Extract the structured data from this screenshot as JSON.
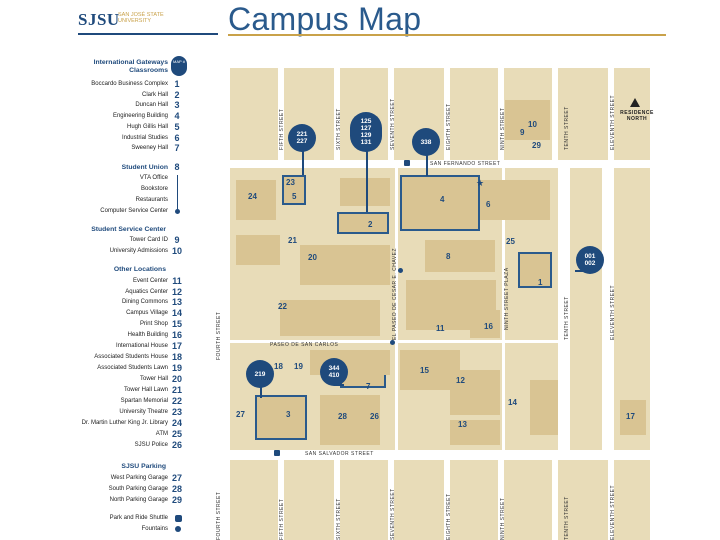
{
  "header": {
    "logo": "SJSU",
    "logo_sub": "SAN JOSÉ STATE UNIVERSITY",
    "title": "Campus Map"
  },
  "legend": {
    "map_key_label": "MAP #",
    "sections": [
      {
        "title": "International Gateways Classrooms",
        "items": [
          {
            "label": "Boccardo Business Complex",
            "num": "1"
          },
          {
            "label": "Clark Hall",
            "num": "2"
          },
          {
            "label": "Duncan Hall",
            "num": "3"
          },
          {
            "label": "Engineering Building",
            "num": "4"
          },
          {
            "label": "Hugh Gillis Hall",
            "num": "5"
          },
          {
            "label": "Industrial Studies",
            "num": "6"
          },
          {
            "label": "Sweeney Hall",
            "num": "7"
          }
        ]
      },
      {
        "title": "Student Union",
        "items": [
          {
            "label": "",
            "num": "8"
          },
          {
            "label": "VTA Office",
            "num": ""
          },
          {
            "label": "Bookstore",
            "num": ""
          },
          {
            "label": "Restaurants",
            "num": ""
          },
          {
            "label": "Computer Service Center",
            "num": ""
          }
        ]
      },
      {
        "title": "Student Service Center",
        "items": [
          {
            "label": "Tower Card ID",
            "num": "9"
          },
          {
            "label": "University Admissions",
            "num": "10"
          }
        ]
      },
      {
        "title": "Other Locations",
        "items": [
          {
            "label": "Event Center",
            "num": "11"
          },
          {
            "label": "Aquatics Center",
            "num": "12"
          },
          {
            "label": "Dining Commons",
            "num": "13"
          },
          {
            "label": "Campus Village",
            "num": "14"
          },
          {
            "label": "Print Shop",
            "num": "15"
          },
          {
            "label": "Health Building",
            "num": "16"
          },
          {
            "label": "International House",
            "num": "17"
          },
          {
            "label": "Associated Students House",
            "num": "18"
          },
          {
            "label": "Associated Students Lawn",
            "num": "19"
          },
          {
            "label": "Tower Hall",
            "num": "20"
          },
          {
            "label": "Tower Hall Lawn",
            "num": "21"
          },
          {
            "label": "Spartan Memorial",
            "num": "22"
          },
          {
            "label": "University Theatre",
            "num": "23"
          },
          {
            "label": "Dr. Martin Luther King Jr. Library",
            "num": "24"
          },
          {
            "label": "ATM",
            "num": "25"
          },
          {
            "label": "SJSU Police",
            "num": "26"
          }
        ]
      },
      {
        "title": "SJSU Parking",
        "items": [
          {
            "label": "West Parking Garage",
            "num": "27"
          },
          {
            "label": "South Parking Garage",
            "num": "28"
          },
          {
            "label": "North Parking Garage",
            "num": "29"
          }
        ]
      },
      {
        "title": "",
        "items": [
          {
            "label": "Park and Ride Shuttle",
            "num": ""
          },
          {
            "label": "Fountains",
            "num": ""
          }
        ]
      }
    ]
  },
  "map": {
    "streets": {
      "fourth": "FOURTH STREET",
      "fifth": "FIFTH STREET",
      "sixth": "SIXTH STREET",
      "seventh": "SEVENTH STREET",
      "eighth": "EIGHTH STREET",
      "ninth": "NINTH STREET",
      "tenth": "TENTH STREET",
      "eleventh": "ELEVENTH STREET",
      "san_fernando": "SAN FERNANDO STREET",
      "san_salvador": "SAN SALVADOR STREET",
      "paseo_san_carlos": "PASEO DE SAN CARLOS",
      "paseo_cesar_chavez": "EL PASEO DE CESAR E. CHAVEZ",
      "ninth_paseo": "NINTH STREET PLAZA"
    },
    "residence": "RESIDENCE NORTH",
    "rooms": {
      "r221": "221\n227",
      "r125": "125\n127\n129\n131",
      "r338": "338",
      "r001": "001\n002",
      "r219": "219",
      "r344": "344\n410"
    },
    "labels": [
      "1",
      "2",
      "3",
      "4",
      "5",
      "6",
      "7",
      "8",
      "9",
      "10",
      "11",
      "12",
      "13",
      "14",
      "15",
      "16",
      "17",
      "18",
      "19",
      "20",
      "21",
      "22",
      "23",
      "24",
      "25",
      "26",
      "27",
      "28",
      "29"
    ]
  },
  "colors": {
    "primary": "#1f4a7c",
    "accent": "#c9a24a",
    "building": "#d9c493",
    "block": "#e8dcb8"
  }
}
